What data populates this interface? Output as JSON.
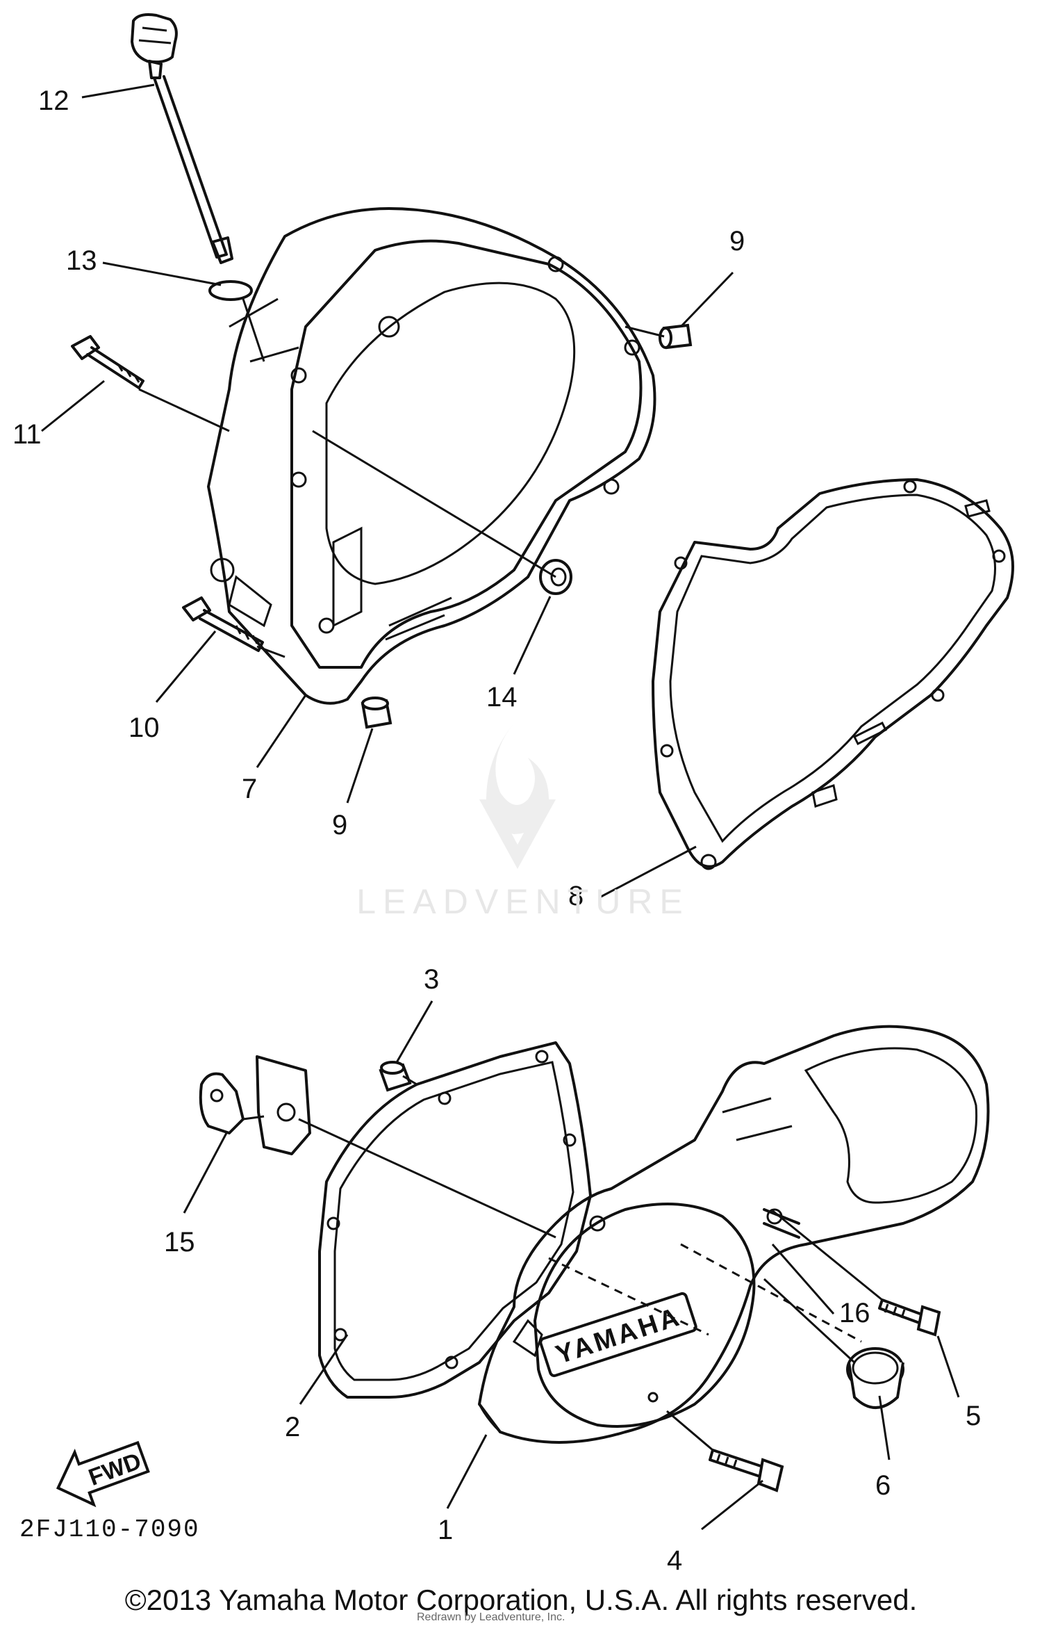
{
  "callouts": [
    "12",
    "13",
    "11",
    "9",
    "14",
    "10",
    "7",
    "9",
    "8",
    "3",
    "15",
    "16",
    "5",
    "6",
    "2",
    "1",
    "4"
  ],
  "brand_mark": "YAMAHA",
  "fwd_label": "FWD",
  "diagram_code": "2FJ110-7090",
  "watermark": "LEADVENTURE",
  "copyright": "©2013 Yamaha Motor Corporation, U.S.A. All rights reserved.",
  "redrawn_note": "Redrawn by Leadventure, Inc.",
  "colors": {
    "ink": "#111111",
    "watermark": "#e7e7e7",
    "background": "#ffffff"
  }
}
